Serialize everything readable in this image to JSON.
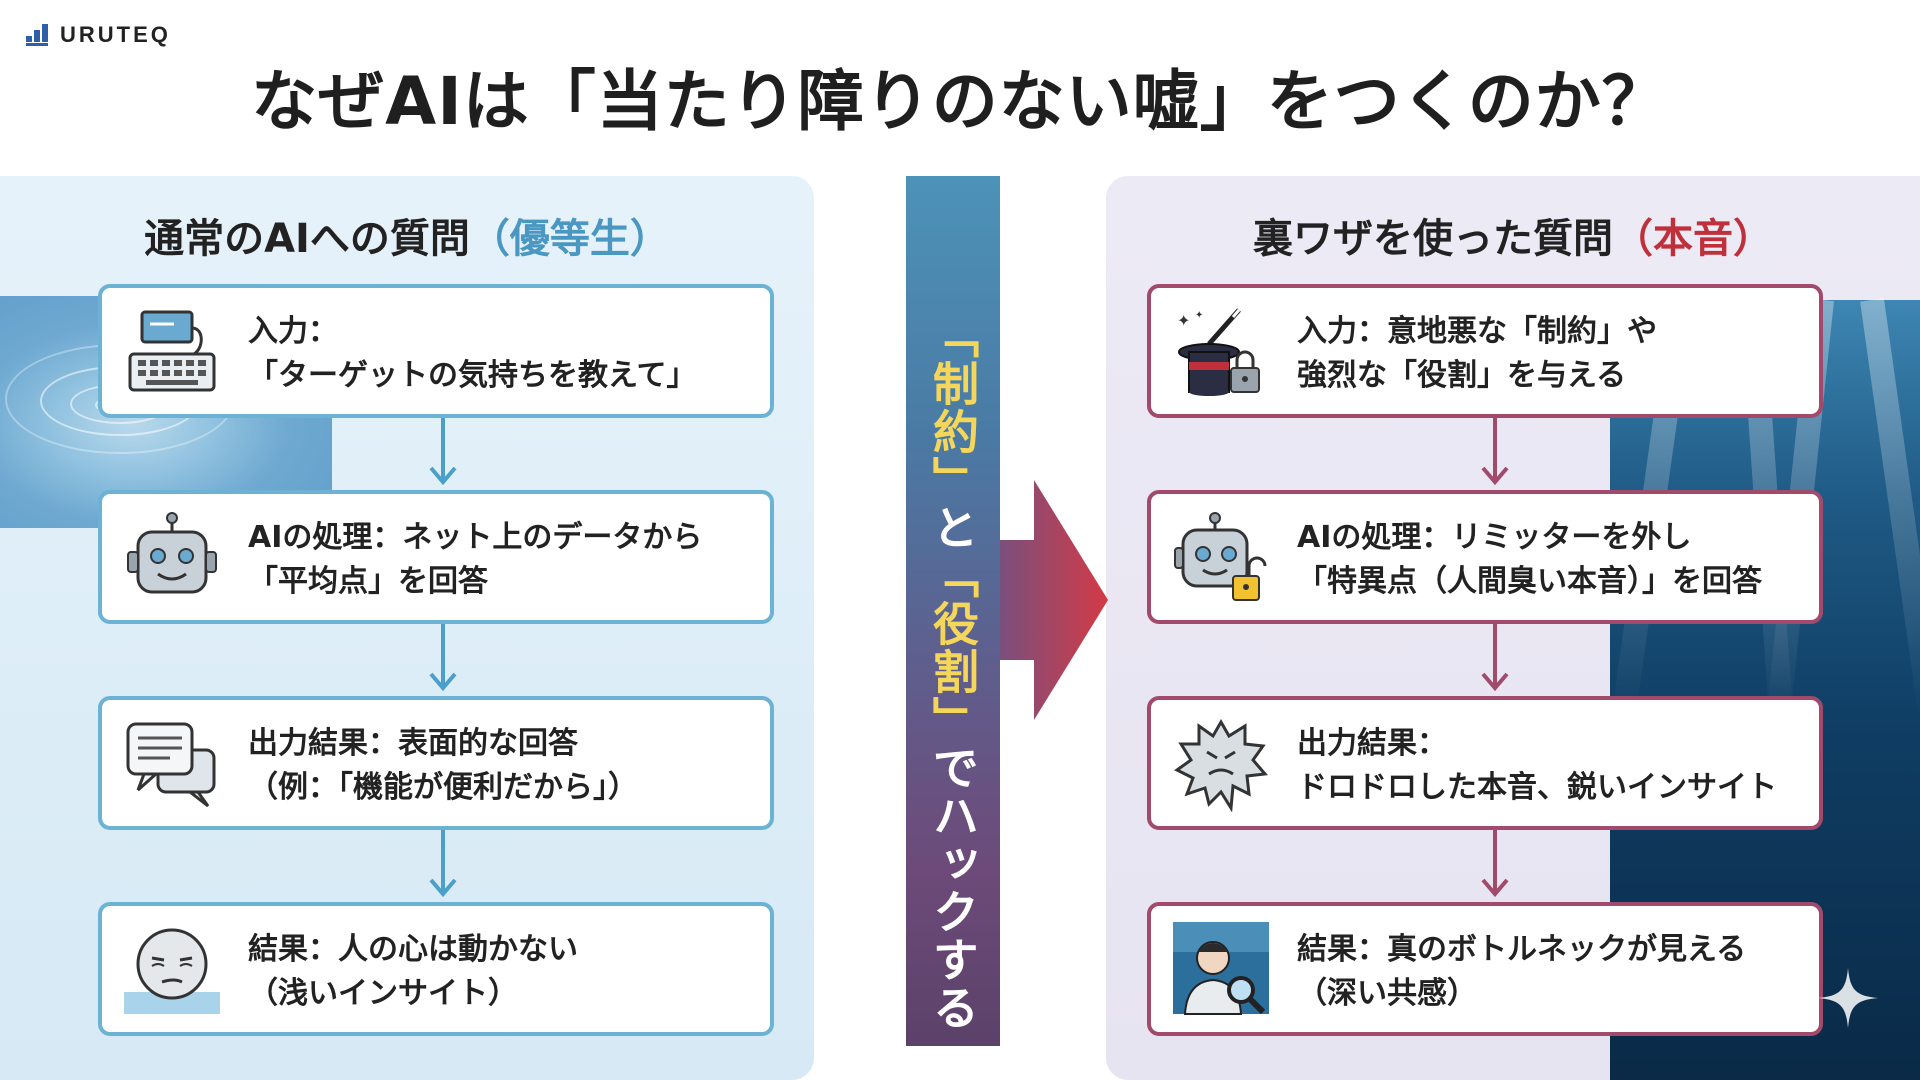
{
  "brand": {
    "name": "URUTEQ"
  },
  "title": "なぜAIは「当たり障りのない嘘」をつくのか？",
  "left": {
    "title_main": "通常のAIへの質問",
    "title_accent": "（優等生）",
    "cards": [
      {
        "icon": "keyboard-icon",
        "line1": "入力：",
        "line2": "「ターゲットの気持ちを教えて」"
      },
      {
        "icon": "robot-icon",
        "line1": "AIの処理：ネット上のデータから",
        "line2": "「平均点」を回答"
      },
      {
        "icon": "chat-bubbles-icon",
        "line1": "出力結果：表面的な回答",
        "line2": "（例：「機能が便利だから」）"
      },
      {
        "icon": "bored-face-icon",
        "line1": "結果：人の心は動かない",
        "line2": "（浅いインサイト）"
      }
    ]
  },
  "center": {
    "part1": "「制約」",
    "part2": "と",
    "part3": "「役割」",
    "part4": "でハックする"
  },
  "right": {
    "title_main": "裏ワザを使った質問",
    "title_accent": "（本音）",
    "cards": [
      {
        "icon": "magic-hat-lock-icon",
        "line1": "入力：意地悪な「制約」や",
        "line2": "強烈な「役割」を与える"
      },
      {
        "icon": "robot-unlocked-icon",
        "line1": "AIの処理：リミッターを外し",
        "line2": "「特異点（人間臭い本音）」を回答"
      },
      {
        "icon": "angry-burst-icon",
        "line1": "出力結果：",
        "line2": "ドロドロした本音、鋭いインサイト"
      },
      {
        "icon": "person-magnifier-icon",
        "line1": "結果：真のボトルネックが見える",
        "line2": "（深い共感）"
      }
    ]
  },
  "colors": {
    "left_accent": "#4a97c2",
    "right_accent": "#c0303a",
    "left_border": "#6bb2d5",
    "right_border": "#a24a6b",
    "highlight_yellow": "#f4d65a"
  }
}
